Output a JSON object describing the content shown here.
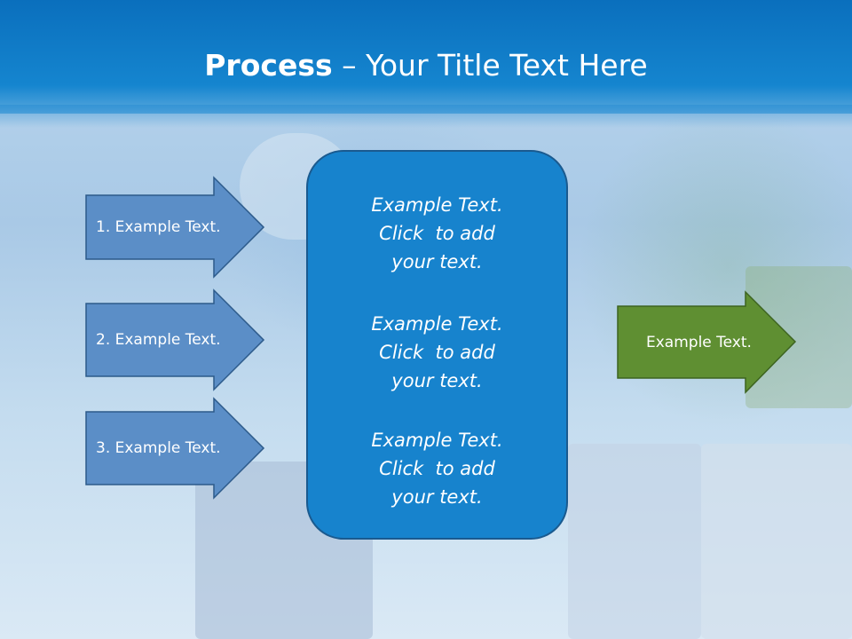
{
  "header": {
    "title_bold": "Process",
    "title_rest": " – Your Title Text Here"
  },
  "left_arrows": [
    {
      "label": "1. Example Text."
    },
    {
      "label": "2. Example Text."
    },
    {
      "label": "3. Example Text."
    }
  ],
  "center_box": {
    "items": [
      {
        "line1": "Example Text.",
        "line2": "Click  to add",
        "line3": "your text."
      },
      {
        "line1": "Example Text.",
        "line2": "Click  to add",
        "line3": "your text."
      },
      {
        "line1": "Example Text.",
        "line2": "Click  to add",
        "line3": "your text."
      }
    ]
  },
  "right_arrow": {
    "label": "Example Text."
  },
  "colors": {
    "header_blue": "#0a6fbd",
    "arrow_blue": "#5b8ec7",
    "box_blue": "#1783cd",
    "arrow_green": "#5f8f32"
  }
}
